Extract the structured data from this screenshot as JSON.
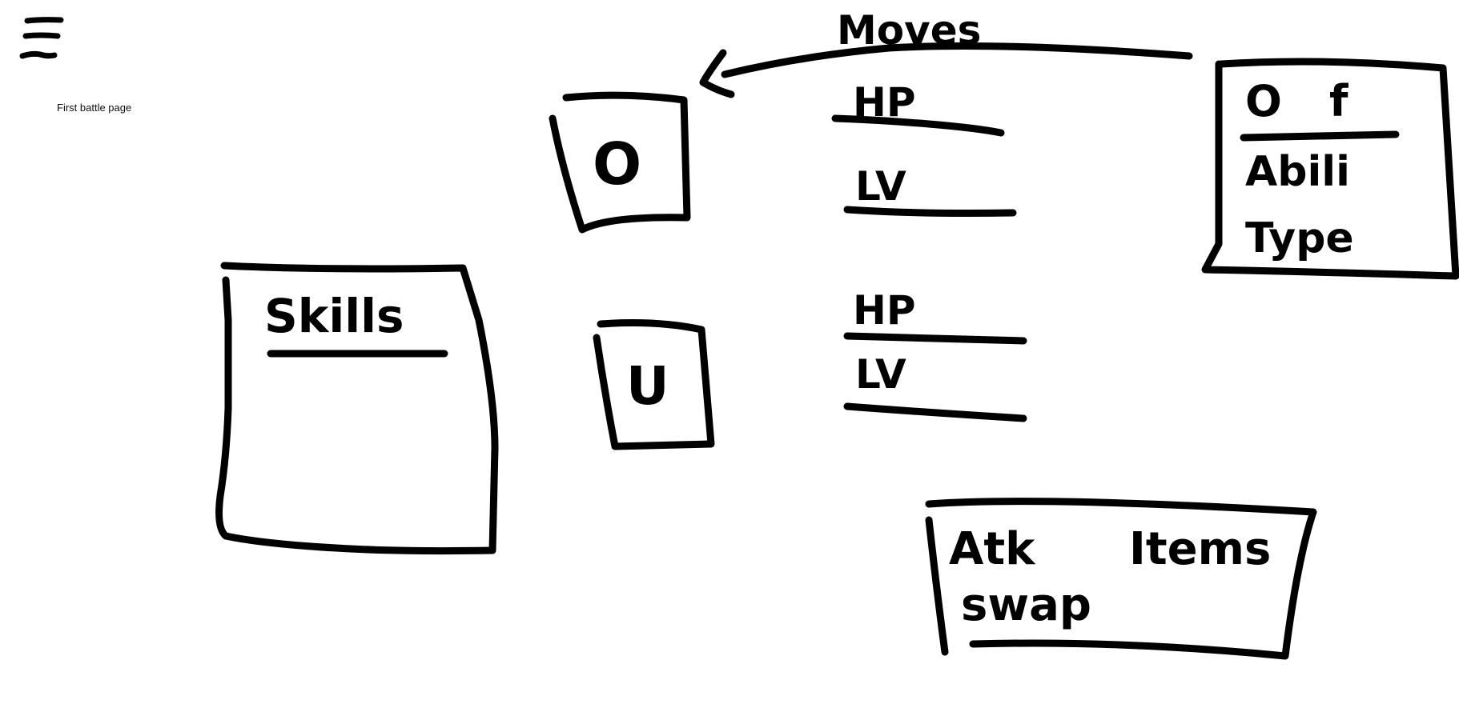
{
  "header": {
    "page_title": "First battle page",
    "menu_icon": "hamburger-menu-icon"
  },
  "moves_label": "Moves",
  "enemy_sprite": {
    "letter": "O"
  },
  "enemy_stats": {
    "hp_label": "HP",
    "lv_label": "LV"
  },
  "info_panel": {
    "line1_a": "O",
    "line1_b": "f",
    "line2": "Abili",
    "line3": "Type"
  },
  "player_sprite": {
    "letter": "U"
  },
  "player_stats": {
    "hp_label": "HP",
    "lv_label": "LV"
  },
  "skills_panel": {
    "title": "Skills"
  },
  "action_menu": {
    "atk_label": "Atk",
    "items_label": "Items",
    "swap_label": "swap"
  },
  "colors": {
    "ink": "#000000",
    "background": "#ffffff"
  }
}
